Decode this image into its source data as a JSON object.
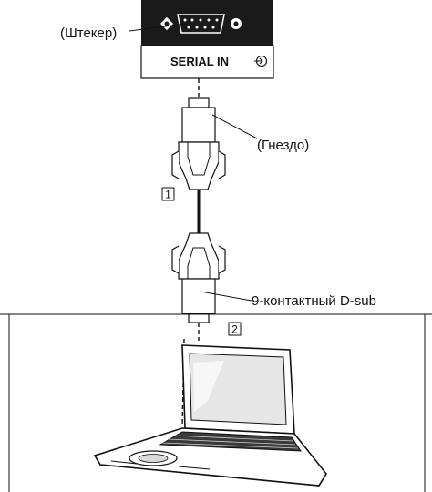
{
  "labels": {
    "plug": "(Штекер)",
    "socket": "(Гнездо)",
    "port": "SERIAL IN",
    "pin_connector": "9-контактный D-sub",
    "cable_number": "1",
    "pc_number": "2"
  },
  "icons": {
    "port_arrow": "input-arrow-icon",
    "computer": "laptop-icon",
    "connector": "d-sub-connector-icon",
    "screw": "screw-icon"
  },
  "colors": {
    "panel": "#1a1a1a",
    "line": "#111111",
    "background": "#ffffff"
  }
}
